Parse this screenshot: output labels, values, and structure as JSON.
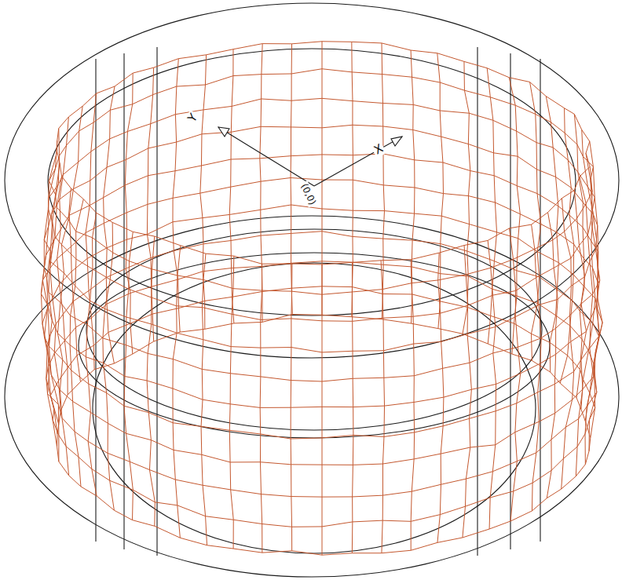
{
  "diagram": {
    "labels": [
      "Y",
      "X",
      "(0,0)"
    ]
  }
}
